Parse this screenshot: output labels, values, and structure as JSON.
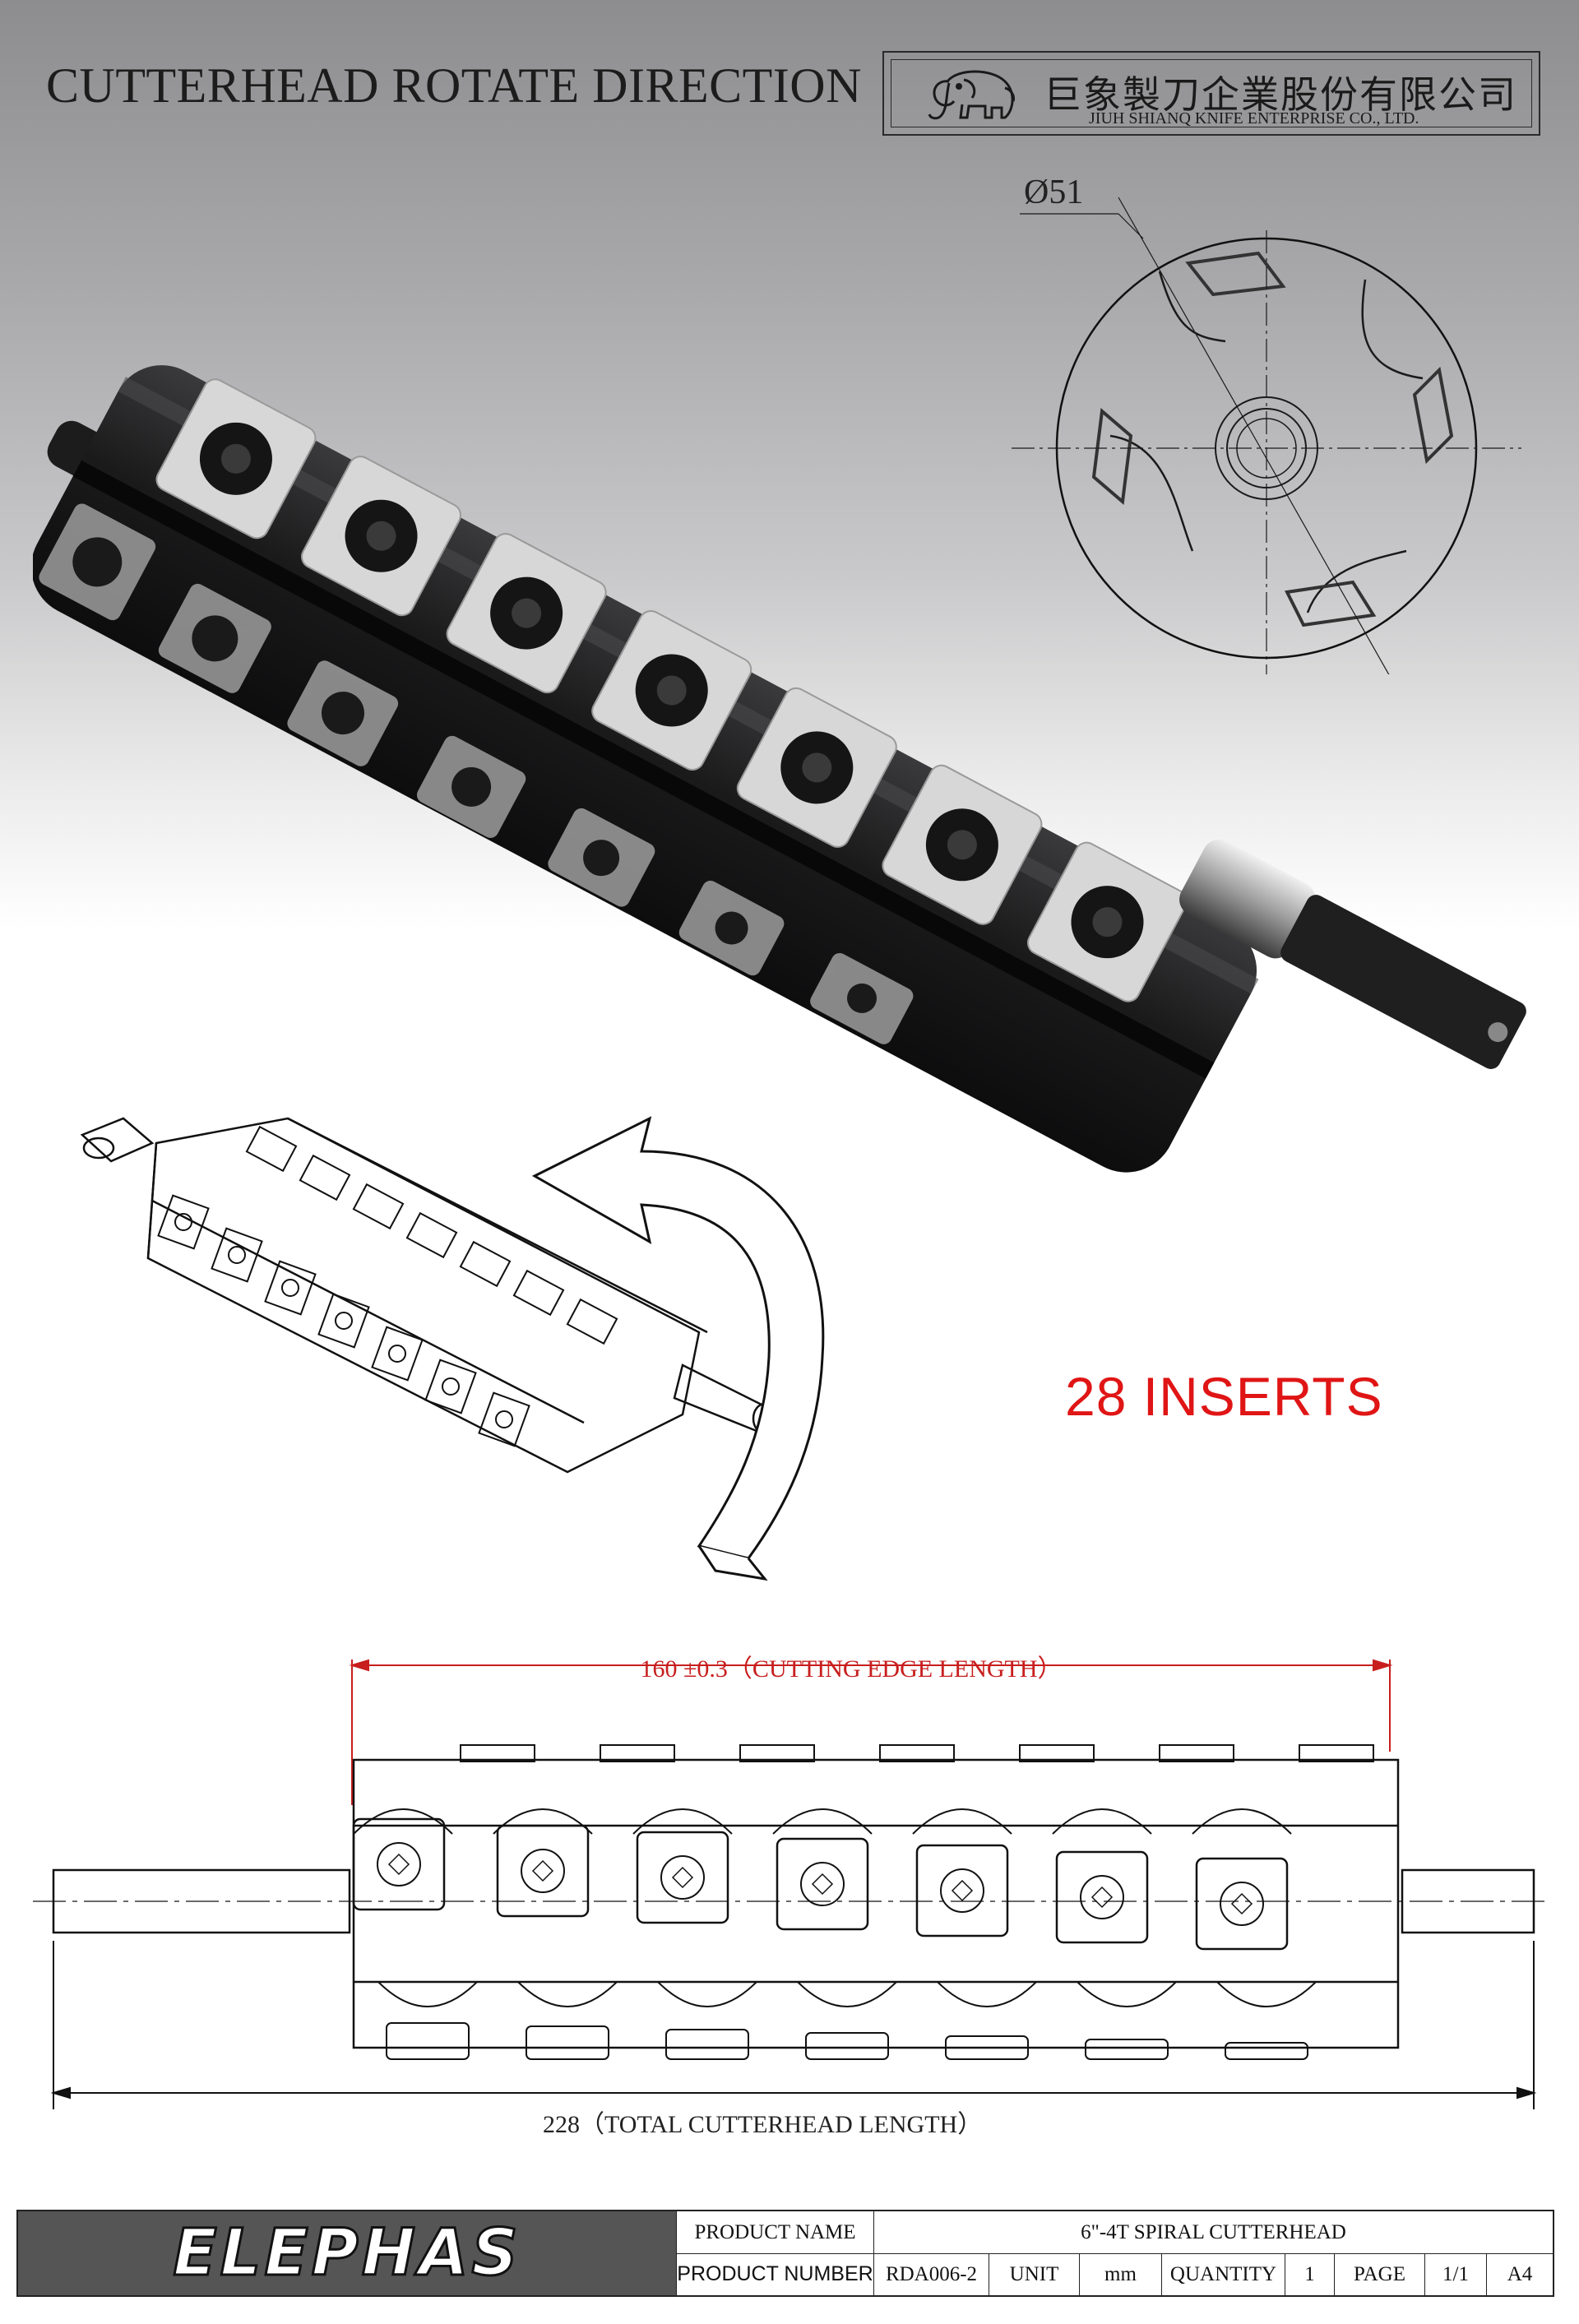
{
  "header": {
    "title": "CUTTERHEAD ROTATE DIRECTION",
    "company_cn": "巨象製刀企業股份有限公司",
    "company_en": "JIUH SHIANQ KNIFE ENTERPRISE CO., LTD."
  },
  "section_view": {
    "diameter": "Ø51"
  },
  "callout": {
    "inserts": "28 INSERTS",
    "color": "#e01515"
  },
  "dimensions": {
    "cutting_edge": "160 ±0.3（CUTTING EDGE LENGTH）",
    "total_length": "228（TOTAL CUTTERHEAD LENGTH）"
  },
  "title_block": {
    "brand": "ELEPHAS",
    "product_name_label": "PRODUCT NAME",
    "product_name": "6\"-4T SPIRAL CUTTERHEAD",
    "product_number_label": "PRODUCT NUMBER",
    "product_number": "RDA006-2",
    "unit_label": "UNIT",
    "unit": "mm",
    "quantity_label": "QUANTITY",
    "quantity": "1",
    "page_label": "PAGE",
    "page": "1/1",
    "size": "A4"
  }
}
